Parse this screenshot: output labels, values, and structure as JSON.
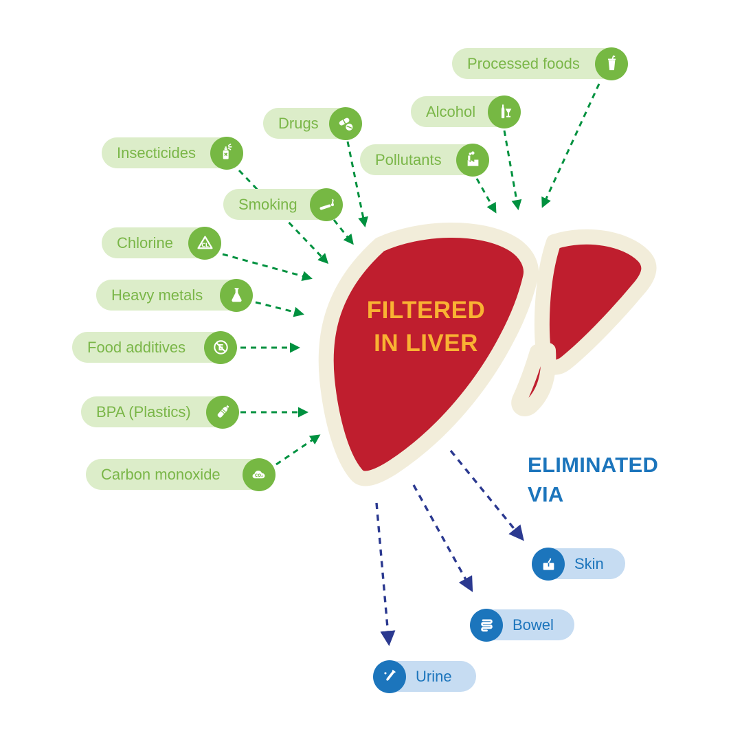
{
  "liver": {
    "line1": "FILTERED",
    "line2": "IN LIVER"
  },
  "eliminated": {
    "line1": "ELIMINATED",
    "line2": "VIA"
  },
  "toxins": [
    {
      "label": "Processed foods",
      "icon": "fast-food-icon"
    },
    {
      "label": "Alcohol",
      "icon": "alcohol-icon"
    },
    {
      "label": "Drugs",
      "icon": "pills-icon"
    },
    {
      "label": "Pollutants",
      "icon": "factory-icon"
    },
    {
      "label": "Insecticides",
      "icon": "spray-can-icon"
    },
    {
      "label": "Smoking",
      "icon": "cigarette-icon"
    },
    {
      "label": "Chlorine",
      "icon": "chlorine-warning-icon"
    },
    {
      "label": "Heavy metals",
      "icon": "flask-icon"
    },
    {
      "label": "Food additives",
      "icon": "e-additive-icon"
    },
    {
      "label": "BPA (Plastics)",
      "icon": "plastic-bottle-icon"
    },
    {
      "label": "Carbon monoxide",
      "icon": "co2-cloud-icon"
    }
  ],
  "routes": [
    {
      "label": "Skin",
      "icon": "skin-icon"
    },
    {
      "label": "Bowel",
      "icon": "bowel-icon"
    },
    {
      "label": "Urine",
      "icon": "urine-icon"
    }
  ],
  "icon_texts": {
    "chlorine": "CL",
    "food_additives": "E",
    "carbon_monoxide": "CO₂"
  },
  "colors": {
    "pill_green_bg": "#dcedc9",
    "pill_green_text": "#7ab648",
    "icon_circle_green": "#76b843",
    "arrow_green": "#00913f",
    "liver_red": "#bf1e2e",
    "liver_outline_cream": "#f2edda",
    "liver_text_yellow": "#f9b233",
    "pill_blue_bg": "#c6dcf2",
    "pill_blue_text": "#1c75bc",
    "icon_circle_blue": "#1c75bc",
    "arrow_blue": "#2b3990"
  }
}
